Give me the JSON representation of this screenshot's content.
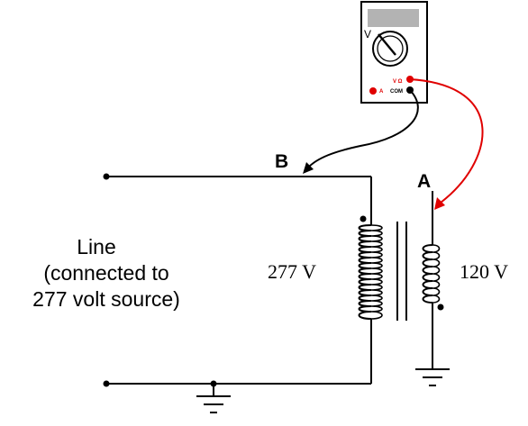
{
  "meter": {
    "mode_letter": "V",
    "jack_v_ohm": "V Ω",
    "jack_a": "A",
    "jack_com": "COM"
  },
  "labels": {
    "point_b": "B",
    "point_a": "A",
    "line_1": "Line",
    "line_2": "(connected to",
    "line_3": "277 volt source)",
    "primary_voltage": "277 V",
    "secondary_voltage": "120 V"
  },
  "colors": {
    "red_lead": "#e00000",
    "black_lead": "#000000",
    "meter_display": "#b3b3b3",
    "meter_body": "#ffffff"
  }
}
